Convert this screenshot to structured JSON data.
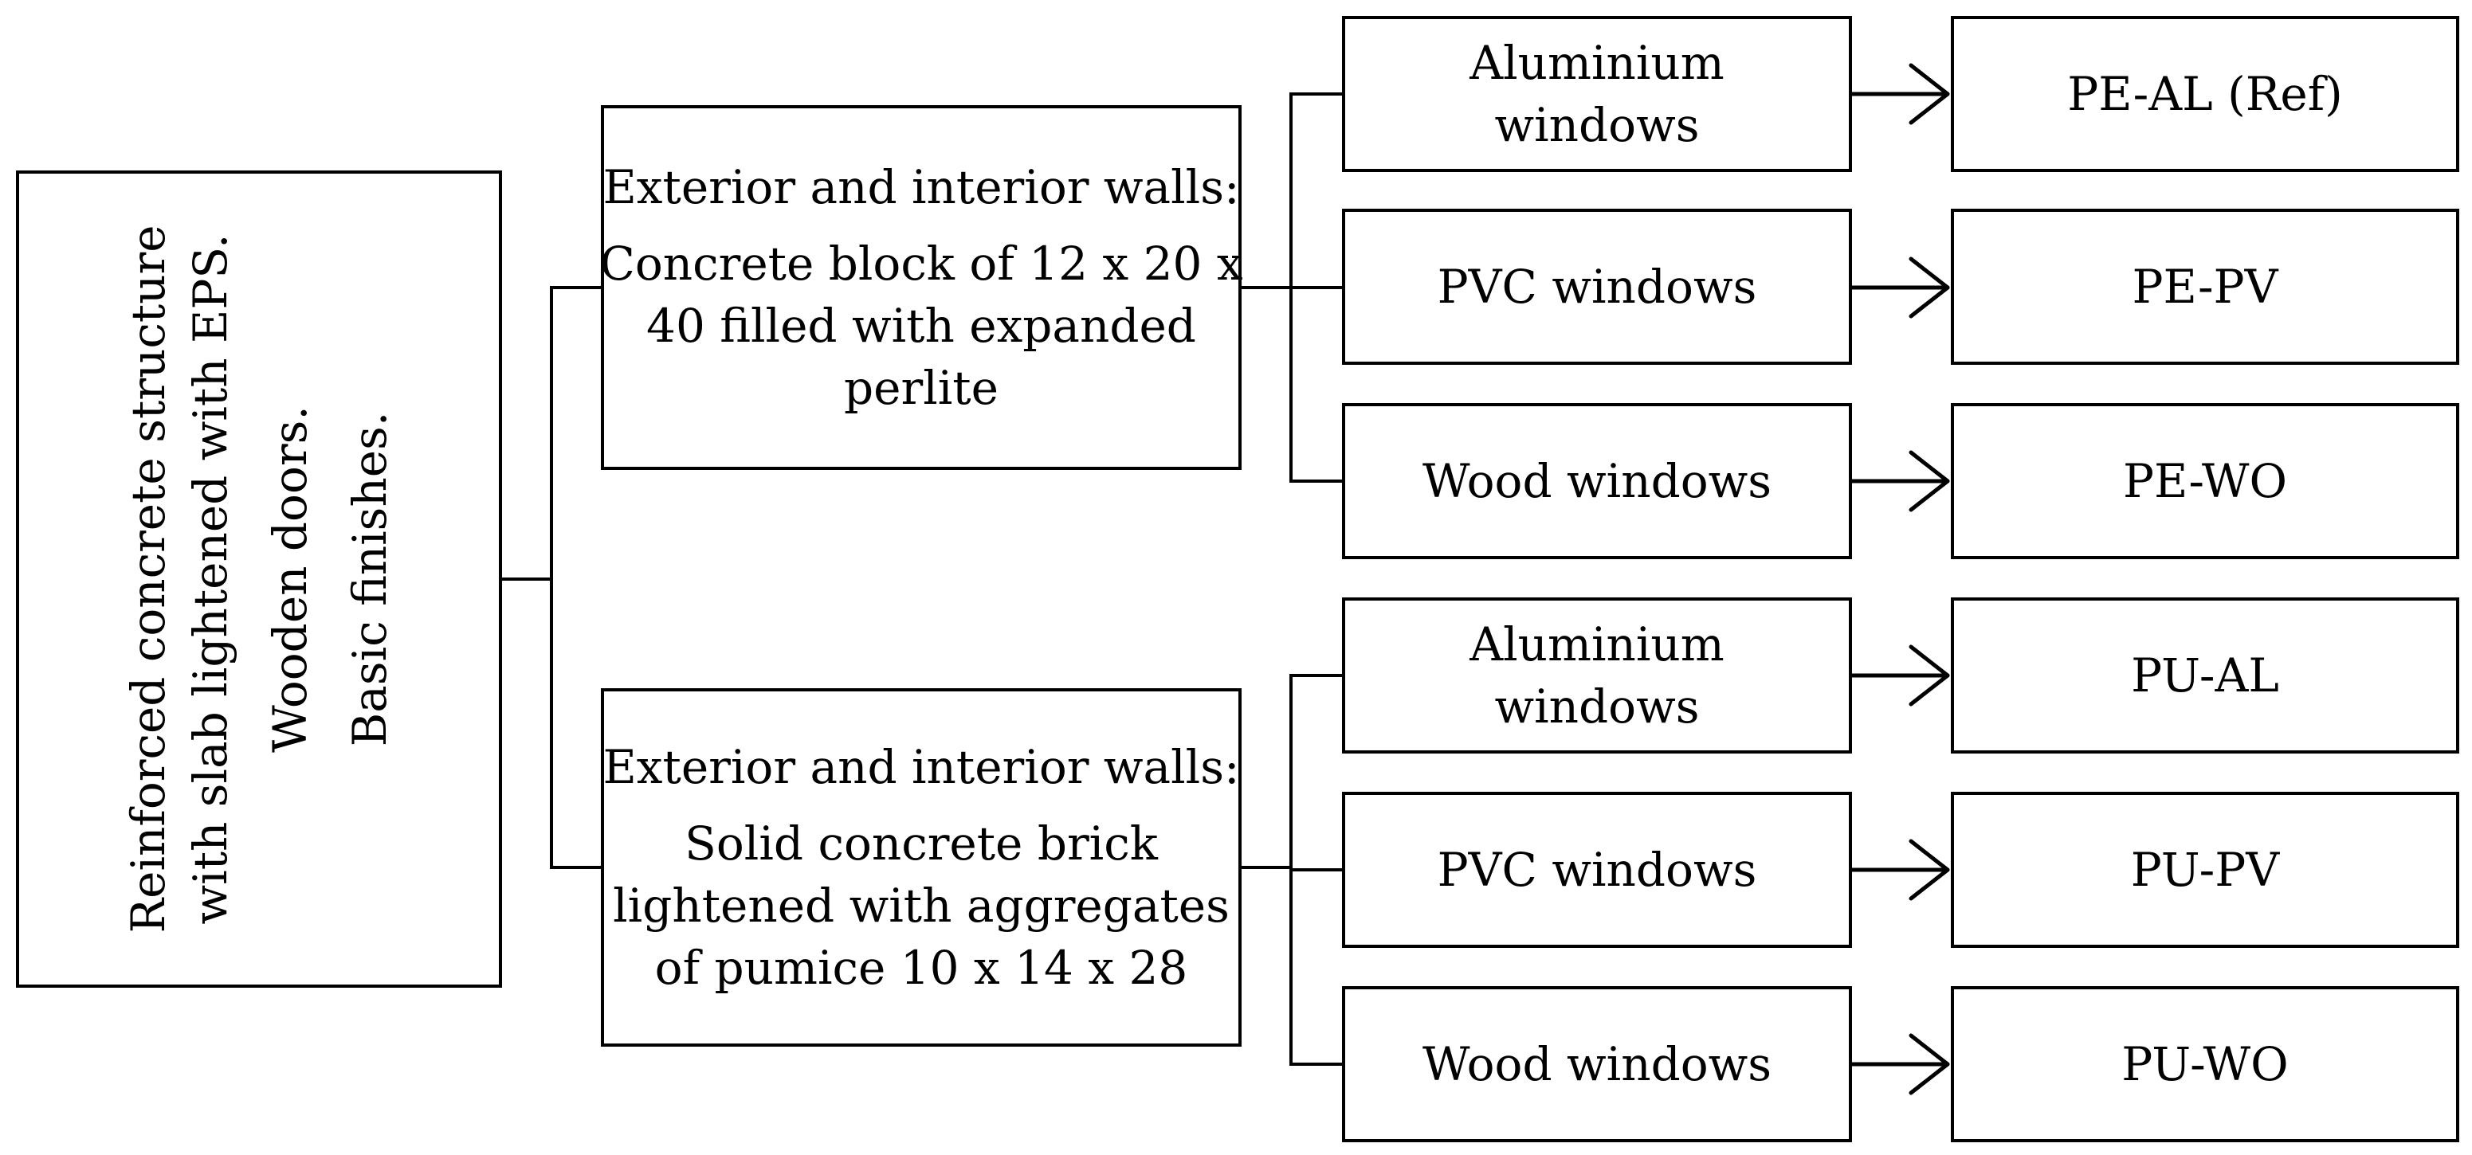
{
  "root": {
    "lines": [
      "Reinforced concrete structure",
      "with slab lightened with EPS.",
      "Wooden doors.",
      "Basic finishes."
    ]
  },
  "walls": [
    {
      "heading": "Exterior and interior walls:",
      "lines": [
        "Concrete block of 12 x 20 x",
        "40 filled with expanded",
        "perlite"
      ]
    },
    {
      "heading": "Exterior and interior walls:",
      "lines": [
        "Solid concrete brick",
        "lightened with aggregates",
        "of pumice 10 x 14 x 28"
      ]
    }
  ],
  "windows": [
    {
      "lines": [
        "Aluminium",
        "windows"
      ],
      "code": "PE-AL (Ref)"
    },
    {
      "lines": [
        "PVC windows"
      ],
      "code": "PE-PV"
    },
    {
      "lines": [
        "Wood windows"
      ],
      "code": "PE-WO"
    },
    {
      "lines": [
        "Aluminium",
        "windows"
      ],
      "code": "PU-AL"
    },
    {
      "lines": [
        "PVC windows"
      ],
      "code": "PU-PV"
    },
    {
      "lines": [
        "Wood windows"
      ],
      "code": "PU-WO"
    }
  ],
  "colors": {
    "stroke": "#000000",
    "background": "#ffffff"
  }
}
